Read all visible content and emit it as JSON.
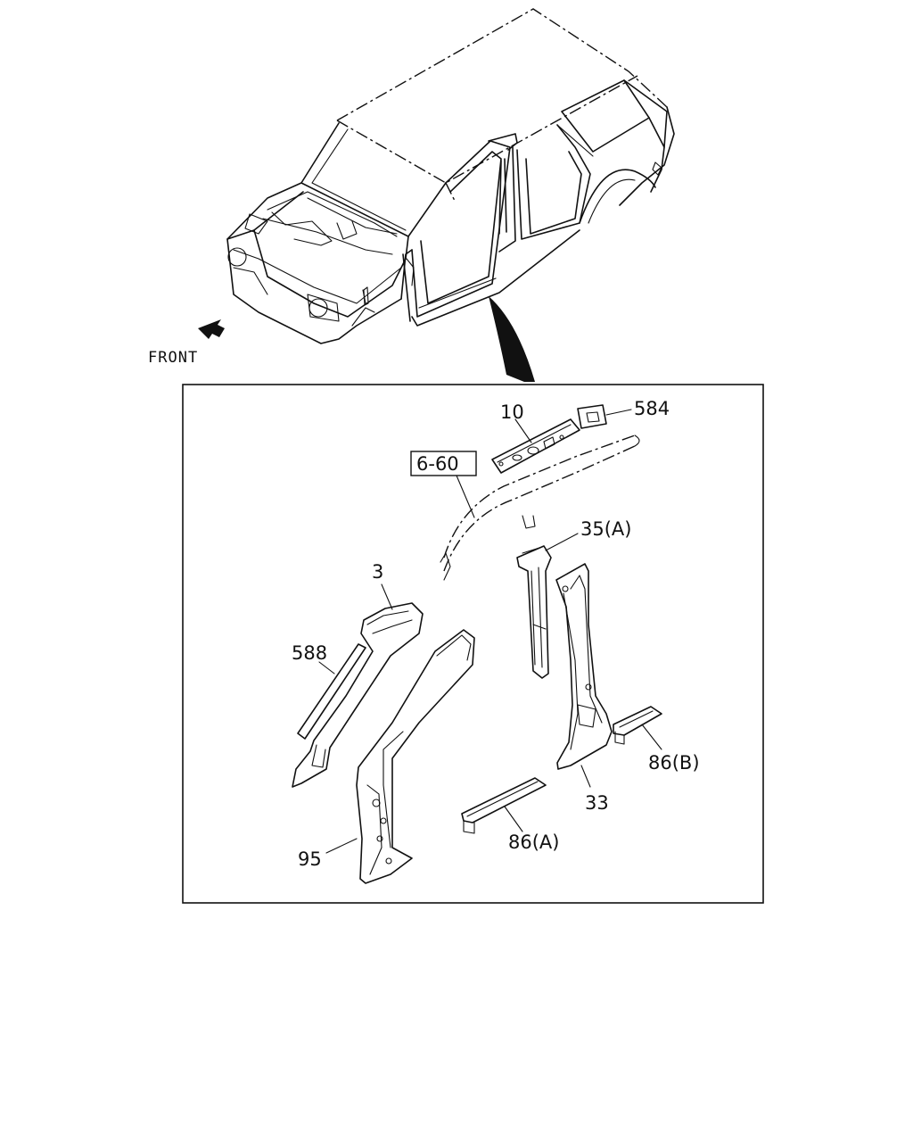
{
  "front_label": "FRONT",
  "callouts": {
    "c10": "10",
    "c584": "584",
    "c660": "6-60",
    "c35a": "35(A)",
    "c3": "3",
    "c588": "588",
    "c86b": "86(B)",
    "c33": "33",
    "c86a": "86(A)",
    "c95": "95"
  }
}
